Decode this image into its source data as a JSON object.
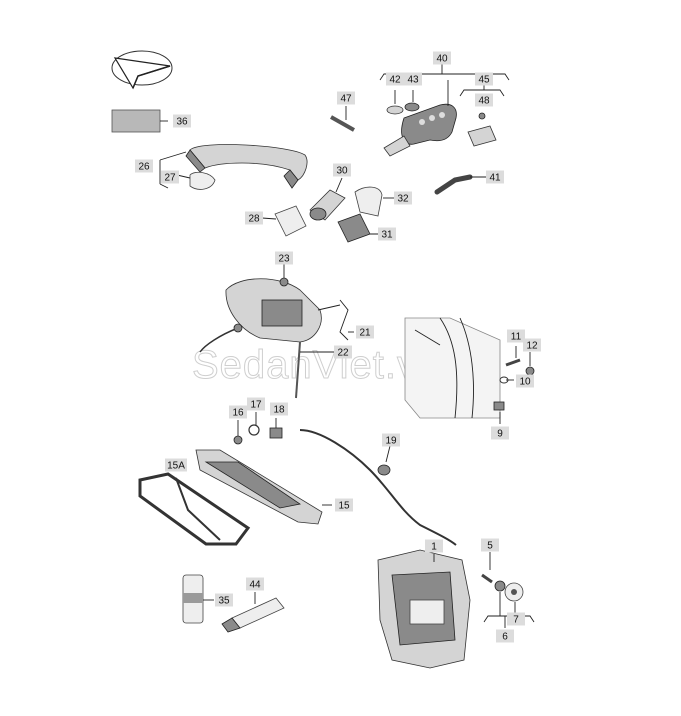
{
  "watermark": "SedanViet.vn",
  "callouts": [
    {
      "id": "c40",
      "text": "40"
    },
    {
      "id": "c42",
      "text": "42"
    },
    {
      "id": "c43",
      "text": "43"
    },
    {
      "id": "c45",
      "text": "45"
    },
    {
      "id": "c48",
      "text": "48"
    },
    {
      "id": "c47",
      "text": "47"
    },
    {
      "id": "c36",
      "text": "36"
    },
    {
      "id": "c26",
      "text": "26"
    },
    {
      "id": "c27",
      "text": "27"
    },
    {
      "id": "c30",
      "text": "30"
    },
    {
      "id": "c32",
      "text": "32"
    },
    {
      "id": "c41",
      "text": "41"
    },
    {
      "id": "c28",
      "text": "28"
    },
    {
      "id": "c31",
      "text": "31"
    },
    {
      "id": "c23",
      "text": "23"
    },
    {
      "id": "c21",
      "text": "21"
    },
    {
      "id": "c22",
      "text": "22"
    },
    {
      "id": "c11",
      "text": "11"
    },
    {
      "id": "c12",
      "text": "12"
    },
    {
      "id": "c10",
      "text": "10"
    },
    {
      "id": "c9",
      "text": "9"
    },
    {
      "id": "c16",
      "text": "16"
    },
    {
      "id": "c17",
      "text": "17"
    },
    {
      "id": "c18",
      "text": "18"
    },
    {
      "id": "c19",
      "text": "19"
    },
    {
      "id": "c15A",
      "text": "15A"
    },
    {
      "id": "c15",
      "text": "15"
    },
    {
      "id": "c1",
      "text": "1"
    },
    {
      "id": "c5",
      "text": "5"
    },
    {
      "id": "c7",
      "text": "7"
    },
    {
      "id": "c6",
      "text": "6"
    },
    {
      "id": "c44",
      "text": "44"
    },
    {
      "id": "c35",
      "text": "35"
    }
  ]
}
